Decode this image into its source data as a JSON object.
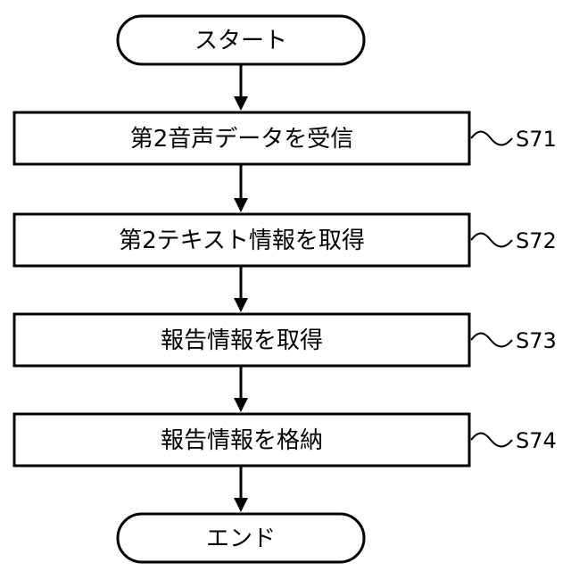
{
  "flowchart": {
    "start": "スタート",
    "end": "エンド",
    "steps": [
      {
        "label": "第2音声データを受信",
        "id": "S71"
      },
      {
        "label": "第2テキスト情報を取得",
        "id": "S72"
      },
      {
        "label": "報告情報を取得",
        "id": "S73"
      },
      {
        "label": "報告情報を格納",
        "id": "S74"
      }
    ]
  }
}
